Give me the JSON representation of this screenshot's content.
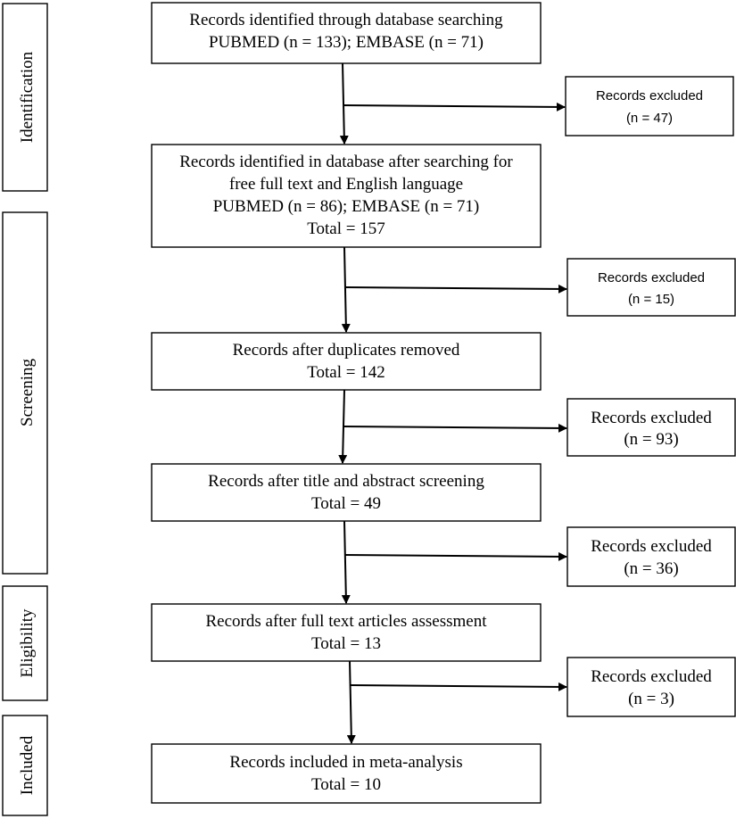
{
  "stages": [
    {
      "label": "Identification"
    },
    {
      "label": "Screening"
    },
    {
      "label": "Eligibility"
    },
    {
      "label": "Included"
    }
  ],
  "steps": [
    {
      "lines": [
        "Records identified through database searching",
        "PUBMED (n = 133); EMBASE (n = 71)"
      ]
    },
    {
      "lines": [
        "Records identified in database after searching for",
        "free full text and English language",
        "PUBMED (n = 86); EMBASE (n = 71)",
        "Total = 157"
      ]
    },
    {
      "lines": [
        "Records after duplicates removed",
        "Total = 142"
      ]
    },
    {
      "lines": [
        "Records after title and abstract screening",
        "Total = 49"
      ]
    },
    {
      "lines": [
        "Records after full text articles assessment",
        "Total = 13"
      ]
    },
    {
      "lines": [
        "Records included in meta-analysis",
        "Total = 10"
      ]
    }
  ],
  "exclusions": [
    {
      "lines": [
        "Records excluded",
        "(n = 47)"
      ]
    },
    {
      "lines": [
        "Records excluded",
        "(n = 15)"
      ]
    },
    {
      "lines": [
        "Records excluded",
        "(n = 93)"
      ]
    },
    {
      "lines": [
        "Records excluded",
        "(n = 36)"
      ]
    },
    {
      "lines": [
        "Records excluded",
        "(n = 3)"
      ]
    }
  ]
}
